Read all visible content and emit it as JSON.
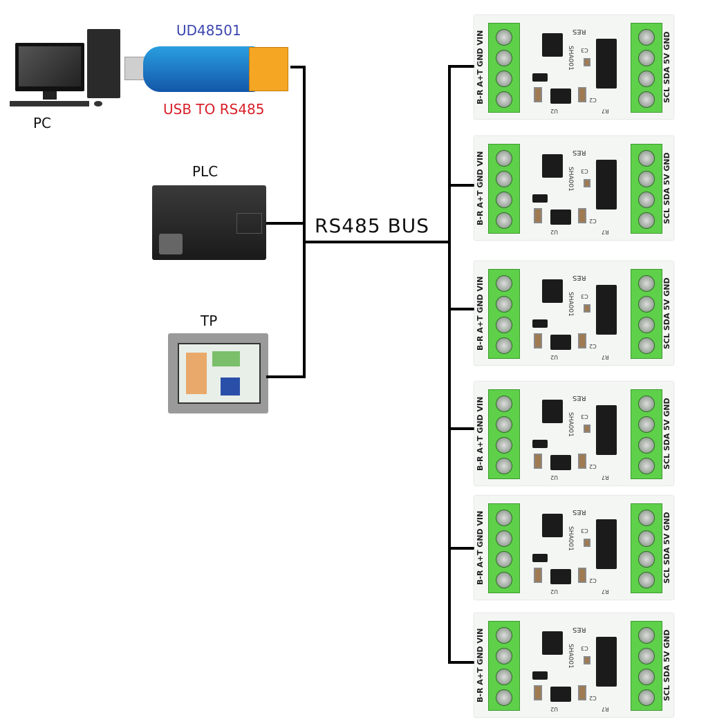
{
  "pc": {
    "label": "PC"
  },
  "converter": {
    "model": "UD48501",
    "caption": "USB TO RS485",
    "model_color": "#3a45b0",
    "caption_color": "#d8202a"
  },
  "plc": {
    "label": "PLC"
  },
  "tp": {
    "label": "TP"
  },
  "bus": {
    "label": "RS485 BUS"
  },
  "module": {
    "left_pins": "B-R A+T GND VIN",
    "right_pins": "SCL SDA 5V GND",
    "silk_res": "RES",
    "silk_name": "SHA001",
    "silk_c3": "C3",
    "silk_c2": "C2",
    "silk_r7": "R7",
    "silk_u2": "U2",
    "terminal_color": "#5fd04a"
  },
  "modules": [
    1,
    2,
    3,
    4,
    5,
    6
  ]
}
